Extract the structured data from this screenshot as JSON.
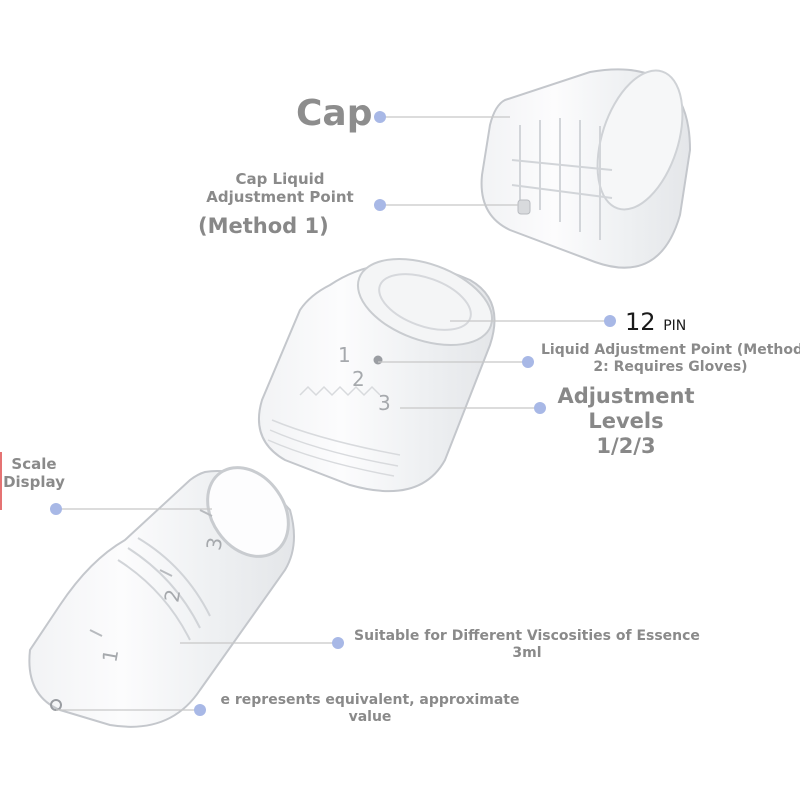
{
  "labels": {
    "cap": "Cap",
    "cap_liquid_line1": "Cap Liquid",
    "cap_liquid_line2": "Adjustment Point",
    "method1": "(Method 1)",
    "pin_number": "12",
    "pin_unit": "PIN",
    "liquid_point_line1": "Liquid Adjustment Point (Method",
    "liquid_point_line2": "2: Requires Gloves)",
    "adjust_line1": "Adjustment",
    "adjust_line2": "Levels 1/2/3",
    "scale_line1": "Scale",
    "scale_line2": "Display",
    "viscosity_line1": "Suitable for Different Viscosities of Essence",
    "viscosity_line2": "3ml",
    "equiv_line1": "e represents equivalent, approximate",
    "equiv_line2": "value"
  },
  "product_marks": {
    "middle_levels": [
      "1",
      "2",
      "3"
    ],
    "tube_levels": [
      "3",
      "2",
      "1"
    ]
  },
  "colors": {
    "dot": "#a8b8e6",
    "leader_line": "#c8c8c8",
    "label_text": "#8a8a8a",
    "plastic_edge": "#c4c7cc"
  }
}
